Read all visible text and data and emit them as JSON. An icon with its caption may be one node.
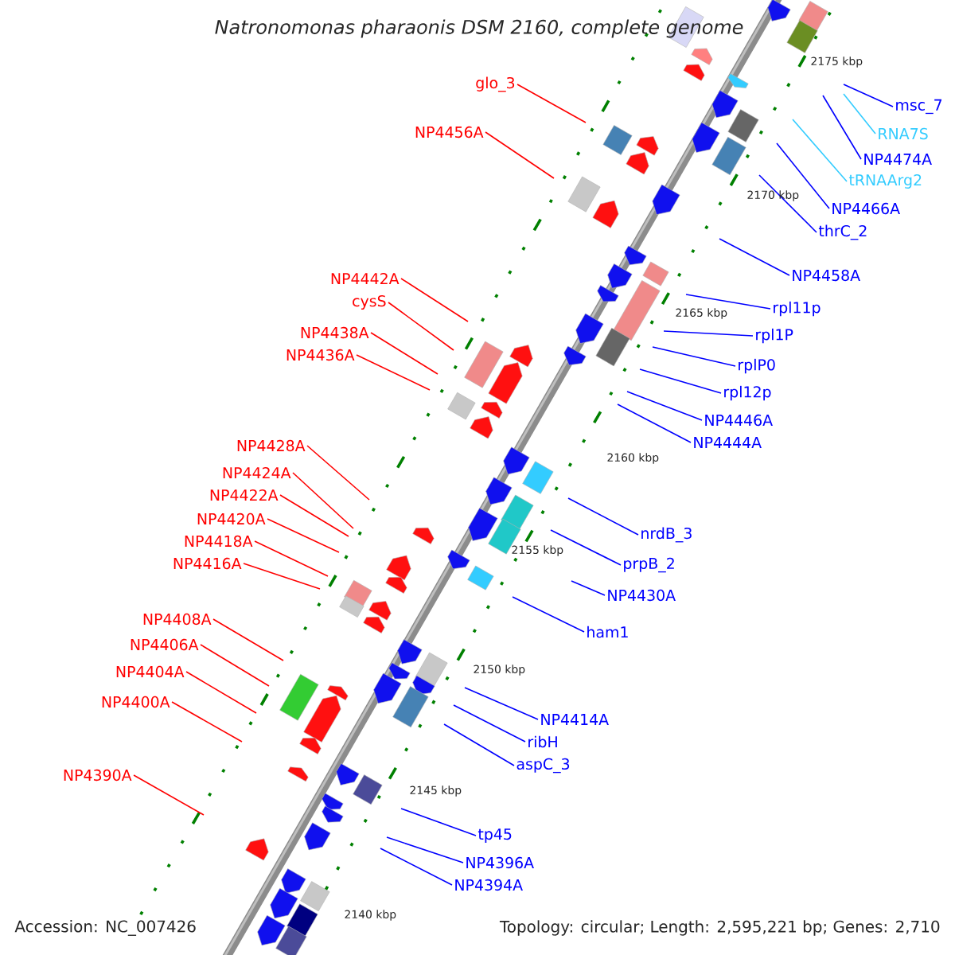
{
  "diagram": {
    "title": "Natronomonas pharaonis DSM 2160, complete genome",
    "nodes": [
      {
        "text": [
          "glo_3"
        ]
      },
      {
        "text": [
          "NP4456A"
        ]
      },
      {
        "text": [
          "NP4442A"
        ]
      },
      {
        "text": [
          "cysS"
        ]
      },
      {
        "text": [
          "NP4438A"
        ]
      },
      {
        "text": [
          "NP4436A"
        ]
      },
      {
        "text": [
          "NP4428A"
        ]
      },
      {
        "text": [
          "NP4424A"
        ]
      },
      {
        "text": [
          "NP4422A"
        ]
      },
      {
        "text": [
          "NP4420A"
        ]
      },
      {
        "text": [
          "NP4418A"
        ]
      },
      {
        "text": [
          "NP4416A"
        ]
      },
      {
        "text": [
          "NP4408A"
        ]
      },
      {
        "text": [
          "NP4406A"
        ]
      },
      {
        "text": [
          "NP4404A"
        ]
      },
      {
        "text": [
          "NP4400A"
        ]
      },
      {
        "text": [
          "NP4390A"
        ]
      },
      {
        "text": [
          "msc_7"
        ]
      },
      {
        "text": [
          "RNA7S"
        ]
      },
      {
        "text": [
          "NP4474A"
        ]
      },
      {
        "text": [
          "tRNAArg2"
        ]
      },
      {
        "text": [
          "NP4466A"
        ]
      },
      {
        "text": [
          "thrC_2"
        ]
      },
      {
        "text": [
          "NP4458A"
        ]
      },
      {
        "text": [
          "rpl11p"
        ]
      },
      {
        "text": [
          "rpl1P"
        ]
      },
      {
        "text": [
          "rplP0"
        ]
      },
      {
        "text": [
          "rpl12p"
        ]
      },
      {
        "text": [
          "NP4446A"
        ]
      },
      {
        "text": [
          "NP4444A"
        ]
      },
      {
        "text": [
          "nrdB_3"
        ]
      },
      {
        "text": [
          "prpB_2"
        ]
      },
      {
        "text": [
          "NP4430A"
        ]
      },
      {
        "text": [
          "ham1"
        ]
      },
      {
        "text": [
          "NP4414A"
        ]
      },
      {
        "text": [
          "ribH"
        ]
      },
      {
        "text": [
          "aspC_3"
        ]
      },
      {
        "text": [
          "tp45"
        ]
      },
      {
        "text": [
          "NP4396A"
        ]
      },
      {
        "text": [
          "NP4394A"
        ]
      }
    ],
    "edges": [
      {
        "from": 0,
        "to": null,
        "arrow": "none",
        "color": "#ff0000"
      },
      {
        "from": 1,
        "to": null,
        "arrow": "none",
        "color": "#ff0000"
      },
      {
        "from": 2,
        "to": null,
        "arrow": "none",
        "color": "#ff0000"
      },
      {
        "from": 3,
        "to": null,
        "arrow": "none",
        "color": "#ff0000"
      },
      {
        "from": 4,
        "to": null,
        "arrow": "none",
        "color": "#ff0000"
      },
      {
        "from": 5,
        "to": null,
        "arrow": "none",
        "color": "#ff0000"
      },
      {
        "from": 6,
        "to": null,
        "arrow": "none",
        "color": "#ff0000"
      },
      {
        "from": 7,
        "to": null,
        "arrow": "none",
        "color": "#ff0000"
      },
      {
        "from": 8,
        "to": null,
        "arrow": "none",
        "color": "#ff0000"
      },
      {
        "from": 9,
        "to": null,
        "arrow": "none",
        "color": "#ff0000"
      },
      {
        "from": 10,
        "to": null,
        "arrow": "none",
        "color": "#ff0000"
      },
      {
        "from": 11,
        "to": null,
        "arrow": "none",
        "color": "#ff0000"
      },
      {
        "from": 12,
        "to": null,
        "arrow": "none",
        "color": "#ff0000"
      },
      {
        "from": 13,
        "to": null,
        "arrow": "none",
        "color": "#ff0000"
      },
      {
        "from": 14,
        "to": null,
        "arrow": "none",
        "color": "#ff0000"
      },
      {
        "from": 15,
        "to": null,
        "arrow": "none",
        "color": "#ff0000"
      },
      {
        "from": 16,
        "to": null,
        "arrow": "none",
        "color": "#ff0000"
      },
      {
        "from": 17,
        "to": null,
        "arrow": "none"
      },
      {
        "from": 18,
        "to": null,
        "arrow": "none",
        "color": "#33ccff"
      },
      {
        "from": 19,
        "to": null,
        "arrow": "none"
      },
      {
        "from": 20,
        "to": null,
        "arrow": "none",
        "color": "#33ccff"
      },
      {
        "from": 21,
        "to": null,
        "arrow": "none"
      },
      {
        "from": 22,
        "to": null,
        "arrow": "none"
      },
      {
        "from": 23,
        "to": null,
        "arrow": "none"
      },
      {
        "from": 24,
        "to": null,
        "arrow": "none"
      },
      {
        "from": 25,
        "to": null,
        "arrow": "none"
      },
      {
        "from": 26,
        "to": null,
        "arrow": "none"
      },
      {
        "from": 27,
        "to": null,
        "arrow": "none"
      },
      {
        "from": 28,
        "to": null,
        "arrow": "none"
      },
      {
        "from": 29,
        "to": null,
        "arrow": "none"
      },
      {
        "from": 30,
        "to": null,
        "arrow": "none"
      },
      {
        "from": 31,
        "to": null,
        "arrow": "none"
      },
      {
        "from": 32,
        "to": null,
        "arrow": "none"
      },
      {
        "from": 33,
        "to": null,
        "arrow": "none"
      },
      {
        "from": 34,
        "to": null,
        "arrow": "none"
      },
      {
        "from": 35,
        "to": null,
        "arrow": "none"
      },
      {
        "from": 36,
        "to": null,
        "arrow": "none"
      },
      {
        "from": 37,
        "to": null,
        "arrow": "none"
      },
      {
        "from": 38,
        "to": null,
        "arrow": "none"
      },
      {
        "from": 39,
        "to": null,
        "arrow": "none"
      }
    ],
    "labels": [
      "2175 kbp",
      "2170 kbp",
      "2165 kbp",
      "2160 kbp",
      "2155 kbp",
      "2150 kbp",
      "2145 kbp",
      "2140 kbp",
      "Accession: NC_007426",
      "Topology: circular; Length: 2,595,221 bp; Genes: 2,710"
    ]
  }
}
